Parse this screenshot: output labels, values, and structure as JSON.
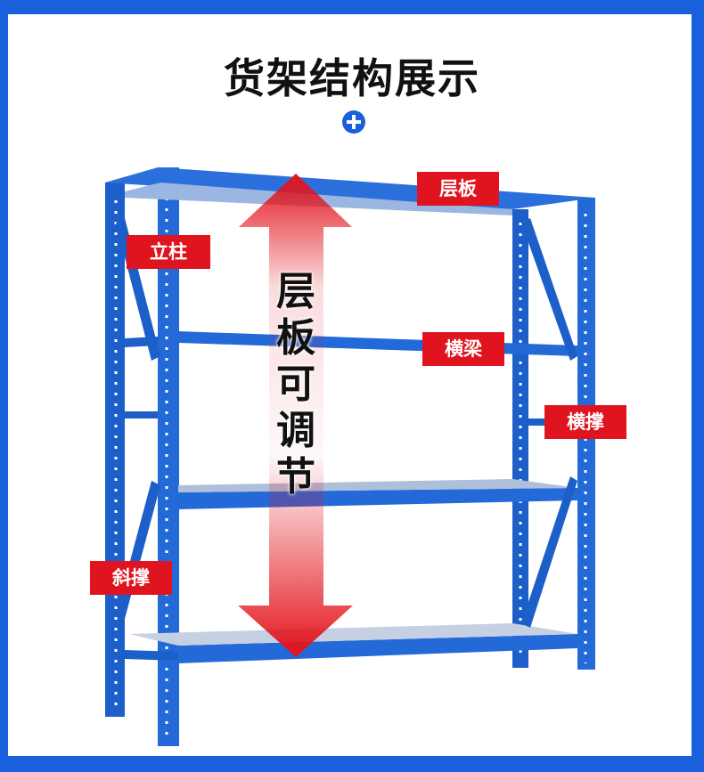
{
  "title": "货架结构展示",
  "decor_icon": "plus-circle-icon",
  "vertical_text": [
    "层",
    "板",
    "可",
    "调",
    "节"
  ],
  "labels": {
    "upright": "立柱",
    "shelf": "层板",
    "beam": "横梁",
    "cross_brace": "横撑",
    "diagonal_brace": "斜撑"
  },
  "colors": {
    "frame_blue": "#1a5fdc",
    "rack_blue": "#1f67d4",
    "tag_red": "#e0141e",
    "arrow_red": "#e3141c"
  }
}
